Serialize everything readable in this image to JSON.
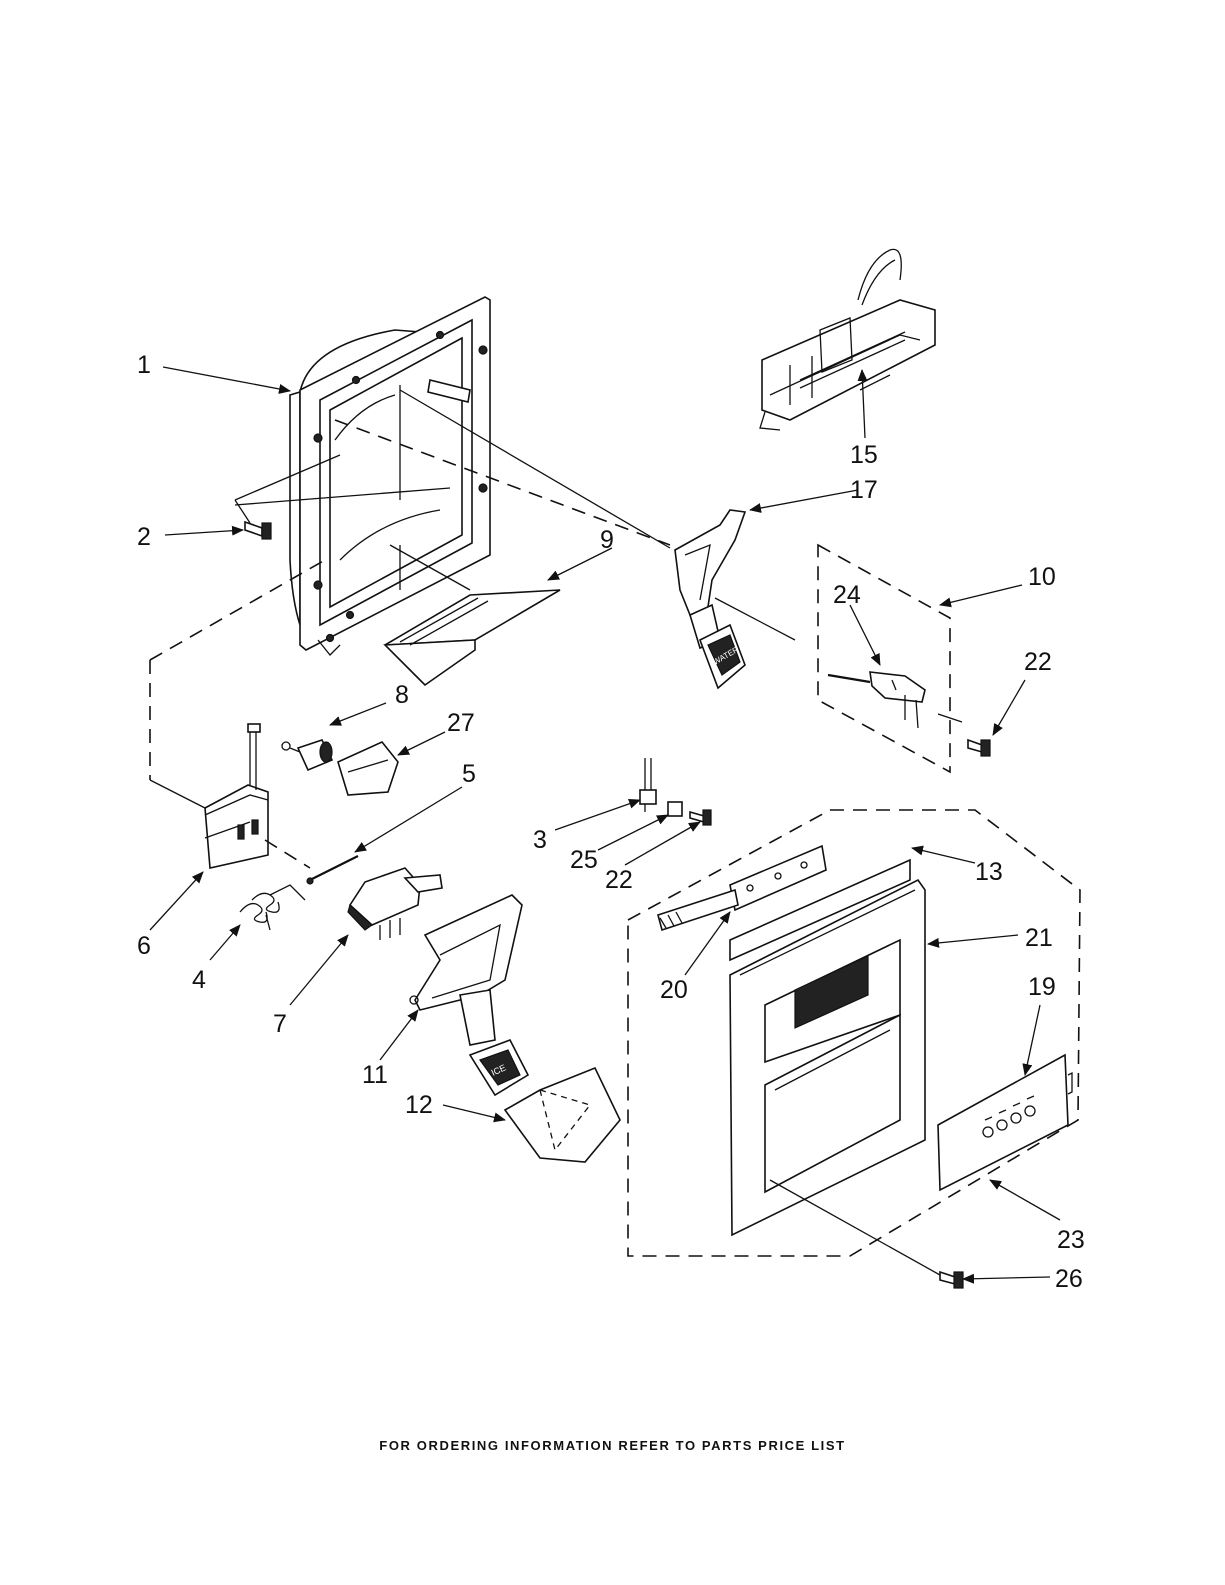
{
  "labels": {
    "p1": "1",
    "p2": "2",
    "p3": "3",
    "p4": "4",
    "p5": "5",
    "p6": "6",
    "p7": "7",
    "p8": "8",
    "p9": "9",
    "p10": "10",
    "p11": "11",
    "p12": "12",
    "p13": "13",
    "p15": "15",
    "p17": "17",
    "p19": "19",
    "p20": "20",
    "p21": "21",
    "p22a": "22",
    "p22b": "22",
    "p23": "23",
    "p24": "24",
    "p25": "25",
    "p26": "26",
    "p27": "27"
  },
  "part_text": {
    "water": "WATER",
    "ice": "ICE"
  },
  "footer": "FOR ORDERING INFORMATION REFER TO PARTS PRICE LIST"
}
